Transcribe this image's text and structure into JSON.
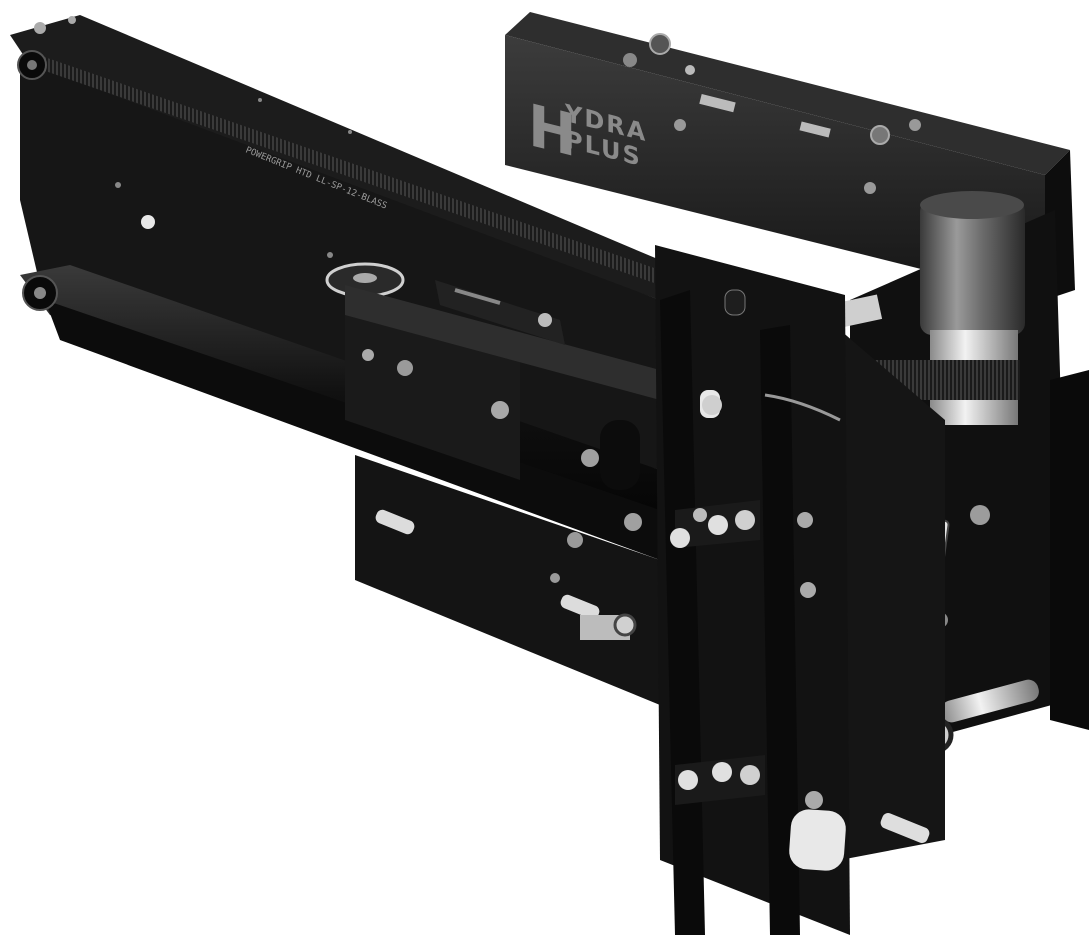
{
  "photo": {
    "subject": "elevator-door-operator-mechanism",
    "logo": {
      "initial": "H",
      "line1": "YDRA",
      "line2": "PLUS"
    },
    "belt_marking": "POWERGRIP HTD LL-SP-12-BLASS",
    "colors": {
      "background": "#ffffff",
      "metal_dark": "#121212",
      "metal_mid": "#2a2a2a",
      "logo_grey": "#8a8a8a",
      "motor_grey": "#6e6e6e",
      "highlight": "#d8d8d8"
    }
  }
}
